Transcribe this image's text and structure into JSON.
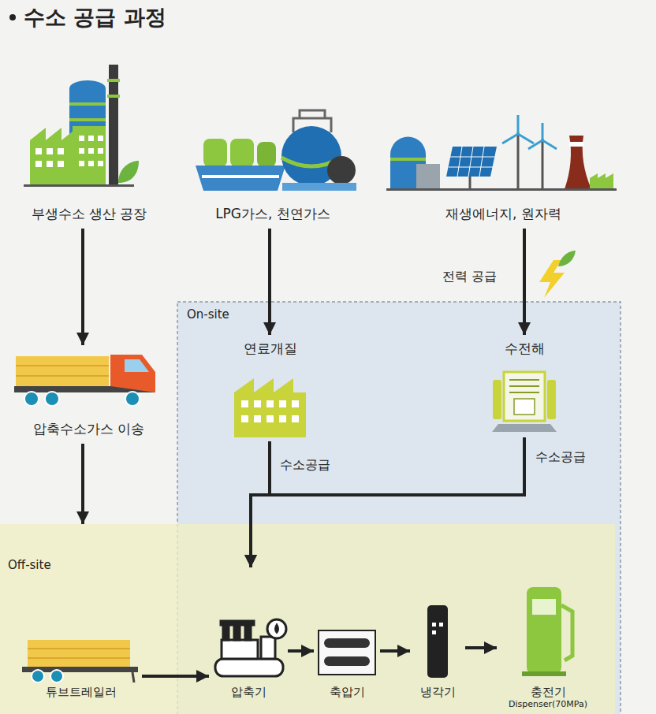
{
  "diagram": {
    "title": "수소 공급 과정",
    "nodes": [
      {
        "text": [
          "부생수소 생산 공장"
        ]
      },
      {
        "text": [
          "LPG가스, 천연가스"
        ]
      },
      {
        "text": [
          "재생에너지, 원자력"
        ]
      },
      {
        "text": [
          "On-site"
        ]
      },
      {
        "text": [
          "연료개질"
        ],
        "in": 3
      },
      {
        "text": [
          "수전해"
        ],
        "in": 3
      },
      {
        "text": [
          "압축수소가스 이송"
        ]
      },
      {
        "text": [
          "Off-site"
        ]
      },
      {
        "text": [
          "튜브트레일러"
        ],
        "in": 7
      },
      {
        "text": [
          "압축기"
        ],
        "in": 7
      },
      {
        "text": [
          "축압기"
        ],
        "in": 7
      },
      {
        "text": [
          "냉각기"
        ],
        "in": 7
      },
      {
        "text": [
          "충전기",
          "Dispenser(70MPa)"
        ],
        "in": 7
      }
    ],
    "edges": [
      {
        "from": 0,
        "to": 6,
        "arrow": "to"
      },
      {
        "from": 6,
        "to": 7,
        "arrow": "to"
      },
      {
        "from": 1,
        "to": 4,
        "arrow": "to"
      },
      {
        "from": 2,
        "to": 5,
        "label": "전력 공급",
        "arrow": "to"
      },
      {
        "from": 4,
        "to": 9,
        "label": "수소공급",
        "arrow": "to"
      },
      {
        "from": 5,
        "to": 9,
        "label": "수소공급",
        "arrow": "to"
      },
      {
        "from": 8,
        "to": 9,
        "arrow": "to"
      },
      {
        "from": 9,
        "to": 10,
        "arrow": "to"
      },
      {
        "from": 10,
        "to": 11,
        "arrow": "to"
      },
      {
        "from": 11,
        "to": 12,
        "arrow": "to"
      }
    ]
  }
}
